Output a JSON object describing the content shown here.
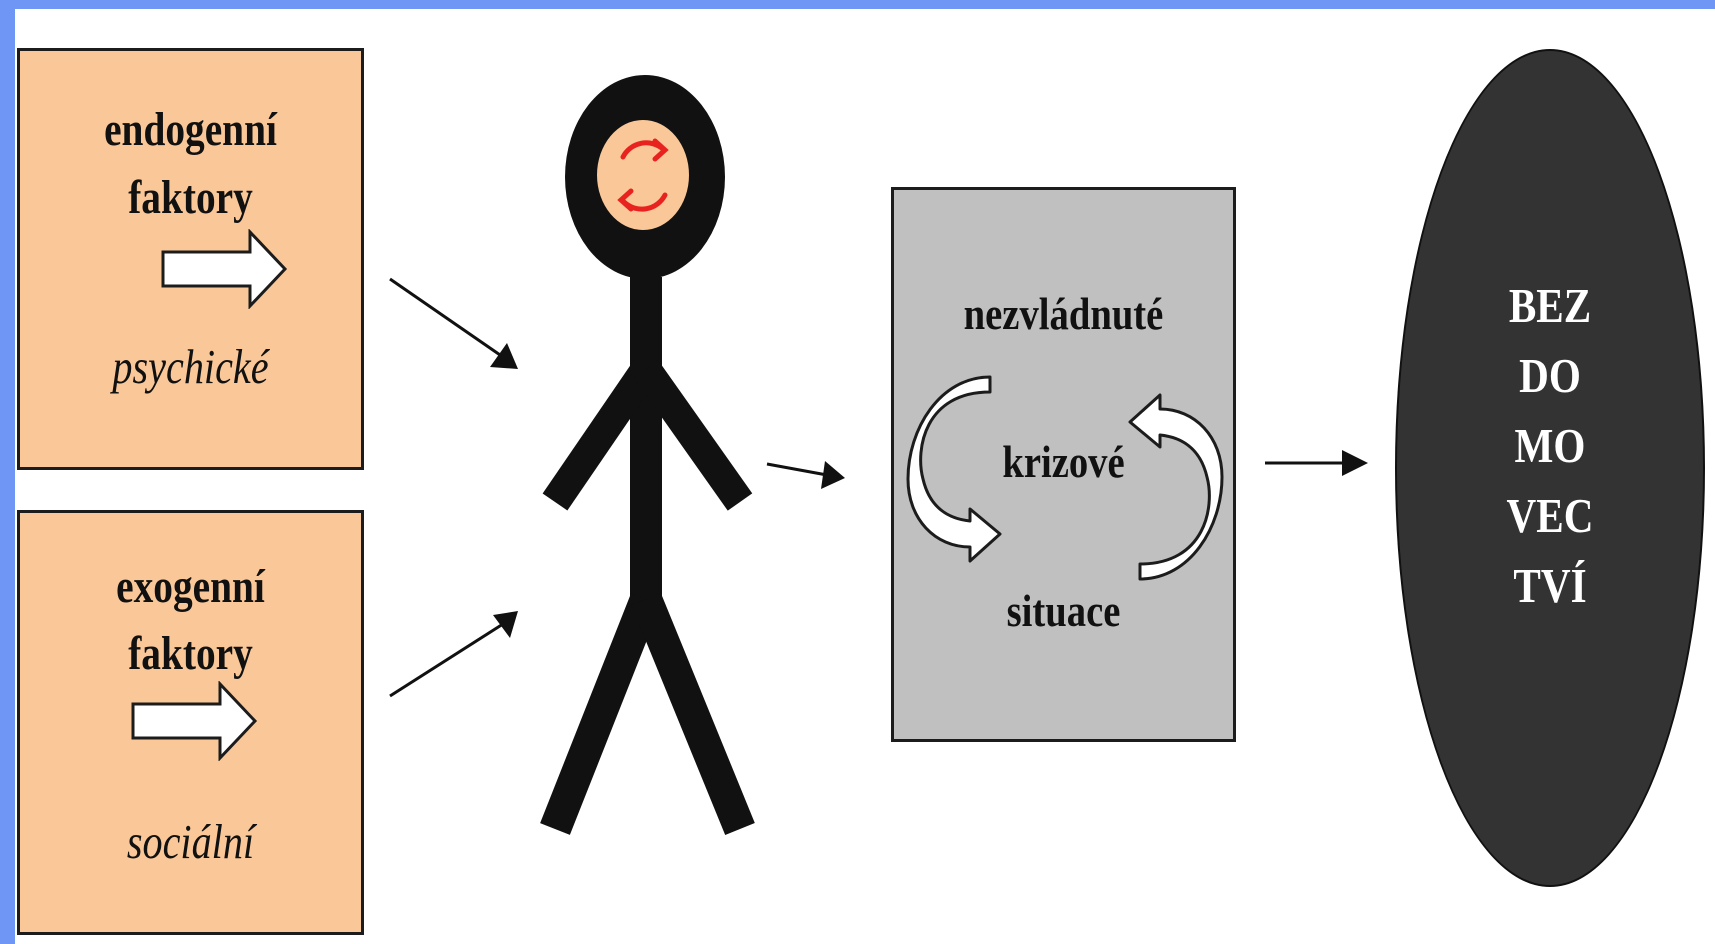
{
  "endogenous": {
    "title_line1": "endogenní",
    "title_line2": "faktory",
    "subtitle": "psychické"
  },
  "exogenous": {
    "title_line1": "exogenní",
    "title_line2": "faktory",
    "subtitle": "sociální"
  },
  "crisis": {
    "line1": "nezvládnuté",
    "line2": "krizové",
    "line3": "situace"
  },
  "outcome": {
    "lines": [
      "BEZ",
      "DO",
      "MO",
      "VEC",
      "TVÍ"
    ]
  },
  "colors": {
    "background": "#6f96f4",
    "factor_box": "#fac898",
    "crisis_box": "#c0c0c0",
    "outcome_oval": "#333333",
    "head_cycle": "#e8231f"
  }
}
